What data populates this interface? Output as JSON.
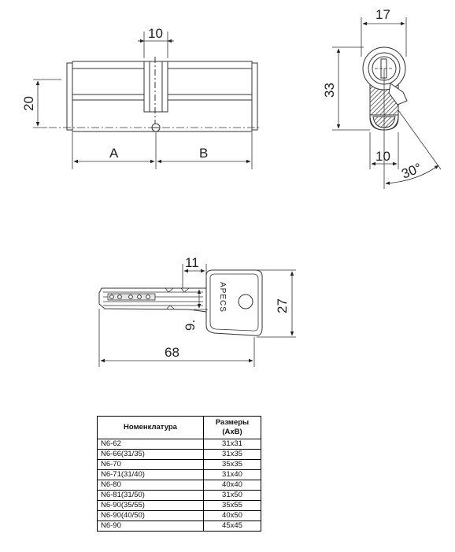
{
  "cylinder_front": {
    "dim_cam_width": "10",
    "dim_height": "20",
    "dim_a": "A",
    "dim_b": "B"
  },
  "cylinder_side": {
    "dim_width": "17",
    "dim_height": "33",
    "dim_cam_base": "10",
    "dim_angle": "30°"
  },
  "key": {
    "brand": "APECS",
    "dim_shoulder": "11",
    "dim_head_height": "27",
    "dim_blade_height": "9.",
    "dim_total_length": "68"
  },
  "table": {
    "headers": [
      "Номенклатура",
      "Размеры (AxB)"
    ],
    "rows": [
      [
        "N6-62",
        "31x31"
      ],
      [
        "N6-66(31/35)",
        "31x35"
      ],
      [
        "N6-70",
        "35x35"
      ],
      [
        "N6-71(31/40)",
        "31x40"
      ],
      [
        "N6-80",
        "40x40"
      ],
      [
        "N6-81(31/50)",
        "31x50"
      ],
      [
        "N6-90(35/55)",
        "35x55"
      ],
      [
        "N6-90(40/50)",
        "40x50"
      ],
      [
        "N6-90",
        "45x45"
      ]
    ]
  }
}
